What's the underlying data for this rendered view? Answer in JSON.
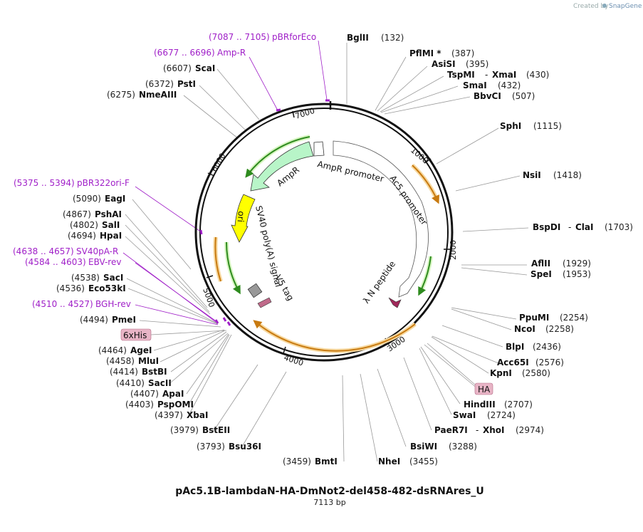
{
  "credit": {
    "prefix": "Created by",
    "brand": "SnapGene"
  },
  "map": {
    "name": "pAc5.1B-lambdaN-HA-DmNot2-del458-482-dsRNAres_U",
    "length_label": "7113 bp",
    "length": 7113,
    "tick_labels": [
      "1000",
      "2000",
      "3000",
      "4000",
      "5000",
      "6000",
      "7000"
    ]
  },
  "sites": [
    {
      "name": "BglII",
      "pos": "(132)"
    },
    {
      "name": "PflMI *",
      "pos": "(387)"
    },
    {
      "name": "AsiSI",
      "pos": "(395)"
    },
    {
      "name": "TspMI",
      "name2": "XmaI",
      "pos": "(430)"
    },
    {
      "name": "SmaI",
      "pos": "(432)"
    },
    {
      "name": "BbvCI",
      "pos": "(507)"
    },
    {
      "name": "SphI",
      "pos": "(1115)"
    },
    {
      "name": "NsiI",
      "pos": "(1418)"
    },
    {
      "name": "BspDI",
      "name2": "ClaI",
      "pos": "(1703)"
    },
    {
      "name": "AflII",
      "pos": "(1929)"
    },
    {
      "name": "SpeI",
      "pos": "(1953)"
    },
    {
      "name": "PpuMI",
      "pos": "(2254)"
    },
    {
      "name": "NcoI",
      "pos": "(2258)"
    },
    {
      "name": "BlpI",
      "pos": "(2436)"
    },
    {
      "name": "Acc65I",
      "pos": "(2576)"
    },
    {
      "name": "KpnI",
      "pos": "(2580)"
    },
    {
      "name": "HindIII",
      "pos": "(2707)"
    },
    {
      "name": "SwaI",
      "pos": "(2724)"
    },
    {
      "name": "PaeR7I",
      "name2": "XhoI",
      "pos": "(2974)"
    },
    {
      "name": "BsiWI",
      "pos": "(3288)"
    },
    {
      "name": "NheI",
      "pos": "(3455)"
    },
    {
      "name": "BmtI",
      "pos": "(3459)"
    },
    {
      "name": "Bsu36I",
      "pos": "(3793)"
    },
    {
      "name": "BstEII",
      "pos": "(3979)"
    },
    {
      "name": "XbaI",
      "pos": "(4397)"
    },
    {
      "name": "PspOMI",
      "pos": "(4403)"
    },
    {
      "name": "ApaI",
      "pos": "(4407)"
    },
    {
      "name": "SacII",
      "pos": "(4410)"
    },
    {
      "name": "BstBI",
      "pos": "(4414)"
    },
    {
      "name": "MluI",
      "pos": "(4458)"
    },
    {
      "name": "AgeI",
      "pos": "(4464)"
    },
    {
      "name": "PmeI",
      "pos": "(4494)"
    },
    {
      "name": "Eco53kI",
      "pos": "(4536)"
    },
    {
      "name": "SacI",
      "pos": "(4538)"
    },
    {
      "name": "HpaI",
      "pos": "(4694)"
    },
    {
      "name": "SalI",
      "pos": "(4802)"
    },
    {
      "name": "PshAI",
      "pos": "(4867)"
    },
    {
      "name": "EagI",
      "pos": "(5090)"
    },
    {
      "name": "NmeAIII",
      "pos": "(6275)"
    },
    {
      "name": "PstI",
      "pos": "(6372)"
    },
    {
      "name": "ScaI",
      "pos": "(6607)"
    }
  ],
  "primers": [
    {
      "name": "pBRforEco",
      "range": "(7087 .. 7105)"
    },
    {
      "name": "Amp-R",
      "range": "(6677 .. 6696)"
    },
    {
      "name": "pBR322ori-F",
      "range": "(5375 .. 5394)"
    },
    {
      "name": "SV40pA-R",
      "range": "(4638 .. 4657)"
    },
    {
      "name": "EBV-rev",
      "range": "(4584 .. 4603)"
    },
    {
      "name": "BGH-rev",
      "range": "(4510 .. 4527)"
    }
  ],
  "tags": [
    {
      "name": "6xHis"
    },
    {
      "name": "HA"
    }
  ],
  "features": [
    {
      "name": "AmpR",
      "color": "#b8f5c8"
    },
    {
      "name": "AmpR promoter",
      "color": "#ffffff"
    },
    {
      "name": "Ac5 promoter",
      "color": "#ffffff"
    },
    {
      "name": "ori",
      "color": "#ffff00"
    },
    {
      "name": "SV40 poly(A) signal",
      "color": "#999999"
    },
    {
      "name": "V5 tag",
      "color": "#c06a8a"
    },
    {
      "name": "λ N peptide",
      "color": "#a0285a"
    }
  ]
}
